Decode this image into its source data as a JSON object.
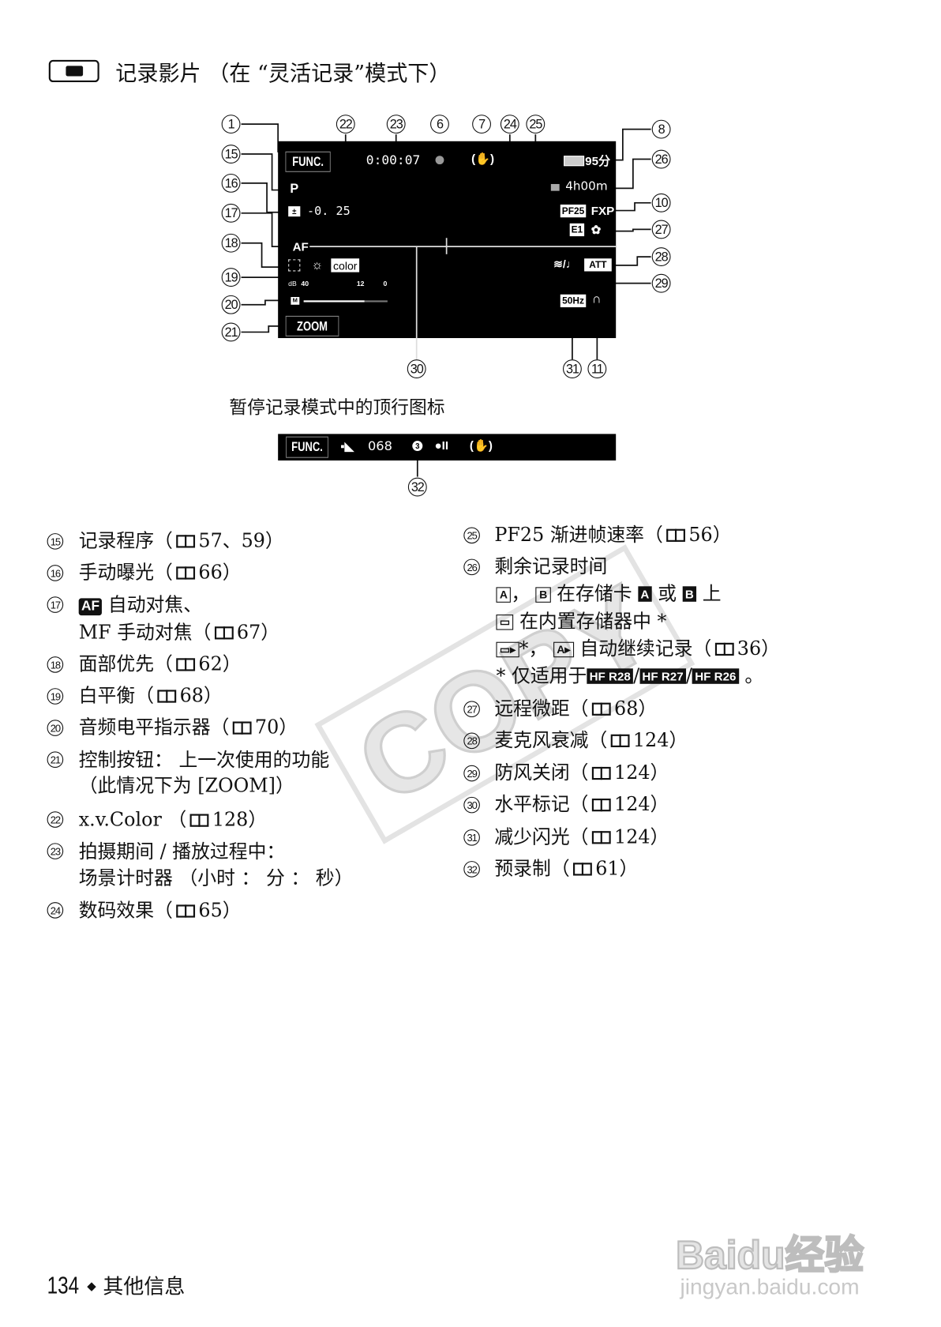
{
  "header": {
    "mode_icon": "movie-camera-icon",
    "title": "记录影片 （在 “灵活记录”模式下）"
  },
  "screen": {
    "func": "FUNC.",
    "time": "0:00:07",
    "rec_dot": "record-dot-icon",
    "stabilizer": "hand-shake-icon",
    "battery": "95分",
    "remaining": "4h00m",
    "pf25": "PF25",
    "fxp": "FXP",
    "effect": "E1",
    "program": "P",
    "exposure": "-0. 25",
    "af": "AF",
    "color": "color",
    "db_label": "dB",
    "db_40": "40",
    "db_12": "12",
    "db_0": "0",
    "audio_mode": "M",
    "audio_level": 0.72,
    "att": "ATT",
    "hz": "50Hz",
    "zoom": "ZOOM"
  },
  "callouts": {
    "c1": "1",
    "c15": "15",
    "c16": "16",
    "c17": "17",
    "c18": "18",
    "c19": "19",
    "c20": "20",
    "c21": "21",
    "c22": "22",
    "c23": "23",
    "c6": "6",
    "c7": "7",
    "c24": "24",
    "c25": "25",
    "c8": "8",
    "c26": "26",
    "c10": "10",
    "c27": "27",
    "c28": "28",
    "c29": "29",
    "c30": "30",
    "c31": "31",
    "c11": "11",
    "c32": "32"
  },
  "pause": {
    "caption": "暂停记录模式中的顶行图标",
    "func": "FUNC.",
    "scenes": "068",
    "preset": "3"
  },
  "left": [
    {
      "n": "15",
      "t": "记录程序（",
      "r": "57、59）"
    },
    {
      "n": "16",
      "t": "手动曝光（",
      "r": "66）"
    },
    {
      "n": "17",
      "tag": "AF",
      "t": " 自动对焦、",
      "t2": "MF 手动对焦（",
      "r": "67）"
    },
    {
      "n": "18",
      "t": "面部优先（",
      "r": "62）"
    },
    {
      "n": "19",
      "t": "白平衡（",
      "r": "68）"
    },
    {
      "n": "20",
      "t": "音频电平指示器（",
      "r": "70）"
    },
    {
      "n": "21",
      "t": "控制按钮： 上一次使用的功能",
      "t2": "（此情况下为 [ZOOM]）"
    },
    {
      "n": "22",
      "t": "x.v.Color （",
      "r": "128）"
    },
    {
      "n": "23",
      "t": "拍摄期间 / 播放过程中：",
      "t2": "场景计时器 （小时 ： 分 ： 秒）"
    },
    {
      "n": "24",
      "t": "数码效果（",
      "r": "65）"
    }
  ],
  "right": [
    {
      "n": "25",
      "t": "PF25 渐进帧速率（",
      "r": "56）"
    },
    {
      "n": "26",
      "t": "剩余记录时间",
      "s1a": "A",
      "s1b": "B",
      "s1": "在存储卡",
      "s1c": "A",
      "s1d": "或",
      "s1e": "B",
      "s1f": "上",
      "s2": "在内置存储器中 *",
      "s3": "*，",
      "s3b": "A",
      "s3c": "自动继续记录（",
      "s3r": "36）",
      "s4": "* 仅适用于",
      "m1": "HF R28",
      "m2": "HF R27",
      "m3": "HF R26",
      "s4e": " 。"
    },
    {
      "n": "27",
      "t": "远程微距（",
      "r": "68）"
    },
    {
      "n": "28",
      "t": "麦克风衰减（",
      "r": "124）"
    },
    {
      "n": "29",
      "t": "防风关闭（",
      "r": "124）"
    },
    {
      "n": "30",
      "t": "水平标记（",
      "r": "124）"
    },
    {
      "n": "31",
      "t": "减少闪光（",
      "r": "124）"
    },
    {
      "n": "32",
      "t": "预录制（",
      "r": "61）"
    }
  ],
  "footer": {
    "page": "134",
    "section": "其他信息"
  },
  "watermarks": {
    "copy": "COPY",
    "baidu": "Baidu经验",
    "baidu_url": "jingyan.baidu.com"
  }
}
